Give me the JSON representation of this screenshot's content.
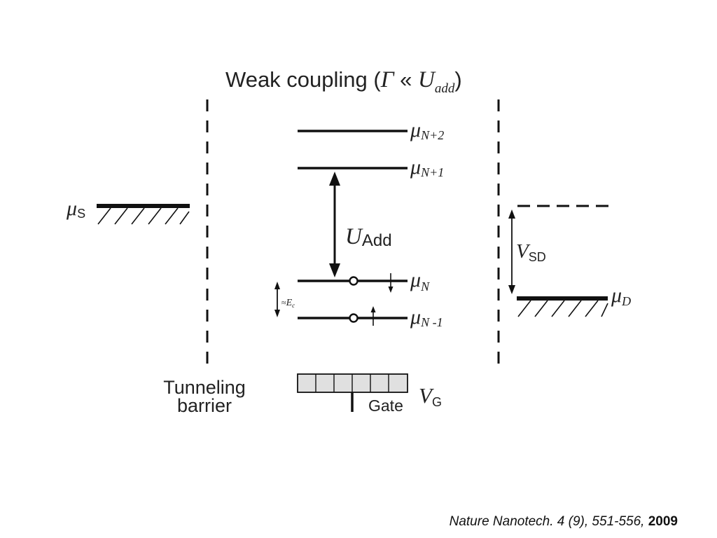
{
  "title": {
    "prefix": "Weak coupling (",
    "gamma": "Γ",
    "relation": " « ",
    "u": "U",
    "u_sub": "add",
    "suffix": ")"
  },
  "levels": [
    {
      "symbol": "μ",
      "subscript": "N+2"
    },
    {
      "symbol": "μ",
      "subscript": "N+1"
    },
    {
      "symbol": "μ",
      "subscript": "N"
    },
    {
      "symbol": "μ",
      "subscript": "N -1"
    }
  ],
  "source": {
    "symbol": "μ",
    "subscript": "S"
  },
  "drain": {
    "symbol": "μ",
    "subscript": "D"
  },
  "u_add": {
    "symbol": "U",
    "subscript": "Add"
  },
  "v_sd": {
    "symbol": "V",
    "subscript": "SD"
  },
  "ec": {
    "prefix": "≈",
    "symbol": "E",
    "subscript": "c"
  },
  "tunneling_barrier": {
    "line1": "Tunneling",
    "line2": "barrier"
  },
  "gate": {
    "label": "Gate",
    "symbol": "V",
    "subscript": "G"
  },
  "citation": {
    "journal": "Nature Nanotech. 4 (9), 551-556, ",
    "year": "2009"
  },
  "colors": {
    "ink": "#111111",
    "gate_fill": "#e0e0e0",
    "text": "#222222"
  }
}
